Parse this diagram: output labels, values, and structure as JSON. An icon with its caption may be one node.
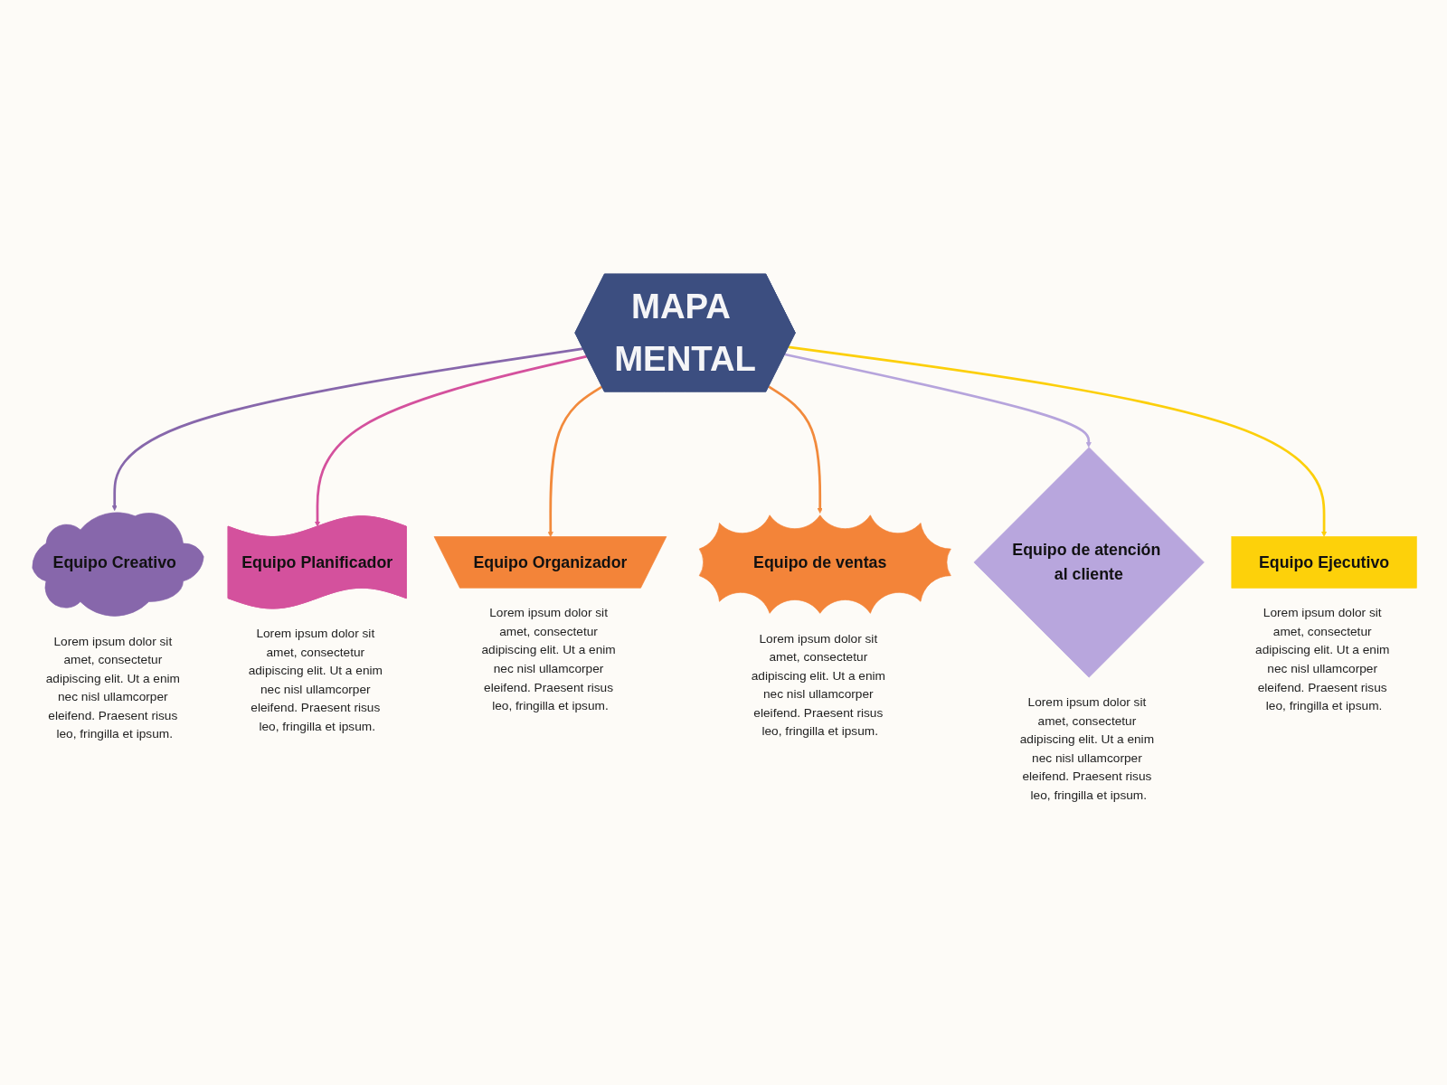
{
  "diagram": {
    "nodes": [
      {
        "text": [
          "Equipo Creativo"
        ],
        "beside": [
          "Lorem ipsum dolor sit amet, consectetur adipiscing elit. Ut a enim nec nisl ullamcorper eleifend. Praesent risus leo, fringilla et ipsum."
        ]
      },
      {
        "text": [
          "Equipo Planificador"
        ],
        "beside": [
          "Lorem ipsum dolor sit amet, consectetur adipiscing elit. Ut a enim nec nisl ullamcorper eleifend. Praesent risus leo, fringilla et ipsum."
        ]
      },
      {
        "text": [
          "Equipo Organizador"
        ],
        "beside": [
          "Lorem ipsum dolor sit amet, consectetur adipiscing elit. Ut a enim nec nisl ullamcorper eleifend. Praesent risus leo, fringilla et ipsum."
        ]
      },
      {
        "text": [
          "MAPA MENTAL"
        ]
      },
      {
        "text": [
          "Equipo de ventas"
        ],
        "beside": [
          "Lorem ipsum dolor sit amet, consectetur adipiscing elit. Ut a enim nec nisl ullamcorper eleifend. Praesent risus leo, fringilla et ipsum."
        ]
      },
      {
        "text": [
          "Equipo de atención al cliente"
        ],
        "beside": [
          "Lorem ipsum dolor sit amet, consectetur adipiscing elit. Ut a enim nec nisl ullamcorper eleifend. Praesent risus leo, fringilla et ipsum."
        ]
      },
      {
        "text": [
          "Equipo Ejecutivo"
        ],
        "beside": [
          "Lorem ipsum dolor sit amet, consectetur adipiscing elit. Ut a enim nec nisl ullamcorper eleifend. Praesent risus leo, fringilla et ipsum."
        ]
      }
    ],
    "edges": [
      {
        "from": 3,
        "to": 0,
        "arrow": "to",
        "color": "#8767ab"
      },
      {
        "from": 3,
        "to": 1,
        "arrow": "to",
        "color": "#d4519d"
      },
      {
        "from": 3,
        "to": 2,
        "arrow": "to",
        "color": "#f28a3c"
      },
      {
        "from": 3,
        "to": 4,
        "arrow": "to",
        "color": "#f28a3c"
      },
      {
        "from": 3,
        "to": 5,
        "arrow": "to",
        "color": "#b6a4dc"
      },
      {
        "from": 3,
        "to": 6,
        "arrow": "to",
        "color": "#fccf0a"
      }
    ]
  }
}
